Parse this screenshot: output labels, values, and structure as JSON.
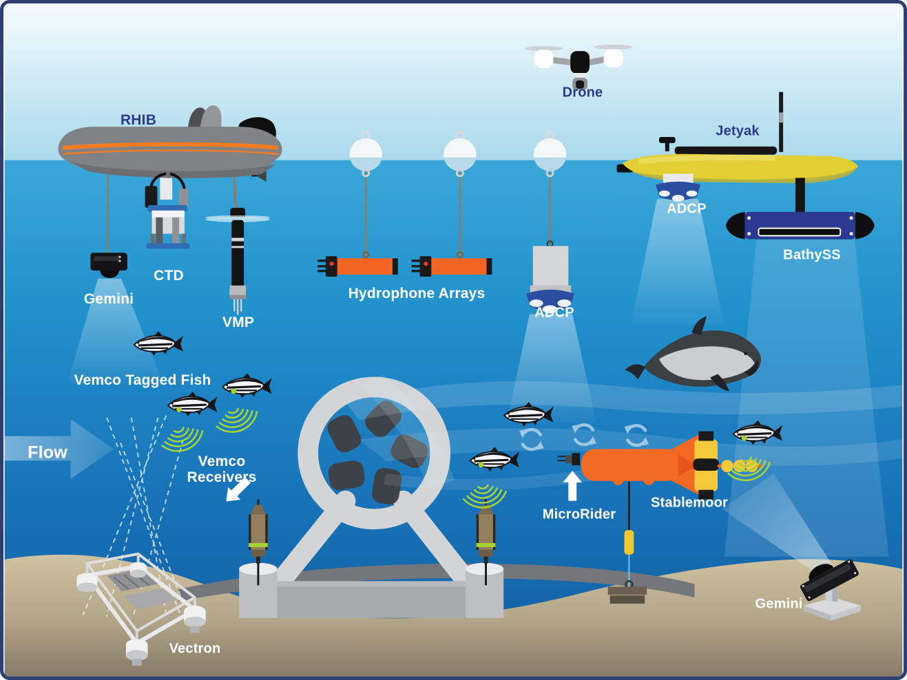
{
  "scene": {
    "type": "tidal-turbine-marine-instrumentation-diagram",
    "labels": {
      "rhib": "RHIB",
      "gemini_surface": "Gemini",
      "ctd": "CTD",
      "vmp": "VMP",
      "vemco_tagged_fish": "Vemco Tagged Fish",
      "flow": "Flow",
      "vemco_receivers": "Vemco Receivers",
      "vectron": "Vectron",
      "hydrophone_arrays": "Hydrophone Arrays",
      "adcp_buoy": "ADCP",
      "drone": "Drone",
      "jetyak": "Jetyak",
      "adcp_jetyak": "ADCP",
      "bathyss": "BathySS",
      "microrider": "MicroRider",
      "stablemoor": "Stablemoor",
      "gemini_seabed": "Gemini"
    },
    "colors": {
      "label_blue": "#2b3990",
      "label_white": "#ffffff",
      "sky_top": "#f2fafd",
      "sky_bottom": "#a9d9ec",
      "water_top": "#39a7d8",
      "water_deep": "#115d9f",
      "sand_light": "#cdc09f",
      "sand_dark": "#8b7e6b",
      "instrument_orange": "#f26522",
      "jetyak_yellow": "#e3cf34",
      "stablemoor_yellow": "#f5c93c",
      "tag_ping_green": "#a6d437",
      "border_navy": "#2e3e70"
    }
  }
}
